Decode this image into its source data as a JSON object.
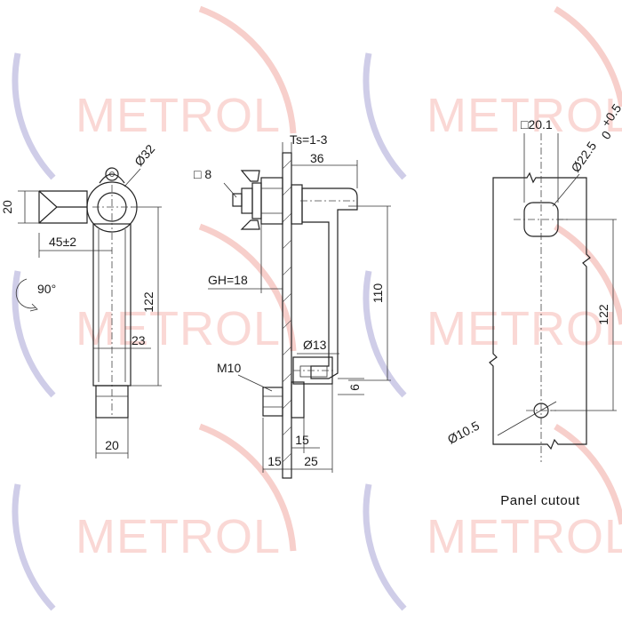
{
  "watermark": {
    "text": "METROL",
    "colors": {
      "arc_red": "#f6c6c2",
      "arc_blue": "#c9c8e6",
      "text": "#f6b9b3"
    }
  },
  "front_view": {
    "dims": {
      "d32": "Ø32",
      "h20": "20",
      "d45": "45±2",
      "rot": "90°",
      "l122": "122",
      "w23": "23",
      "w20": "20"
    }
  },
  "side_view": {
    "dims": {
      "ts": "Ts=1-3",
      "sq8": "□ 8",
      "d36": "36",
      "gh": "GH=18",
      "h110": "110",
      "d13": "Ø13",
      "m10": "M10",
      "d6": "6",
      "d15a": "15",
      "d15b": "15",
      "d25": "25"
    }
  },
  "cutout": {
    "dims": {
      "sq201": "□20.1",
      "d225": "Ø22.5",
      "tol": "+0.5",
      "tol0": "0",
      "h122": "122",
      "d105": "Ø10.5"
    },
    "caption": "Panel cutout"
  }
}
